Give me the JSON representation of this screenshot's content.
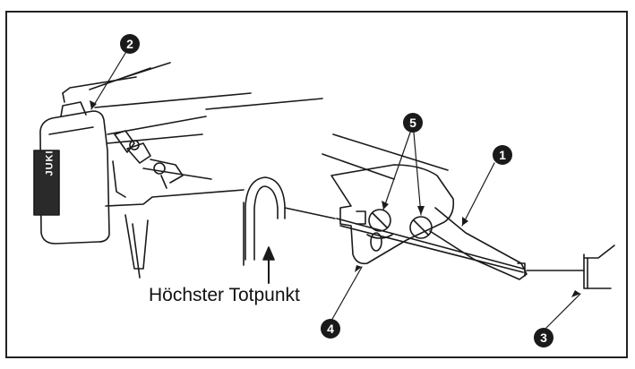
{
  "labels": {
    "caption": "Höchster Totpunkt",
    "callout_1": "1",
    "callout_2": "2",
    "callout_3": "3",
    "callout_4": "4",
    "callout_5": "5",
    "brand_logo": "JUKI"
  }
}
